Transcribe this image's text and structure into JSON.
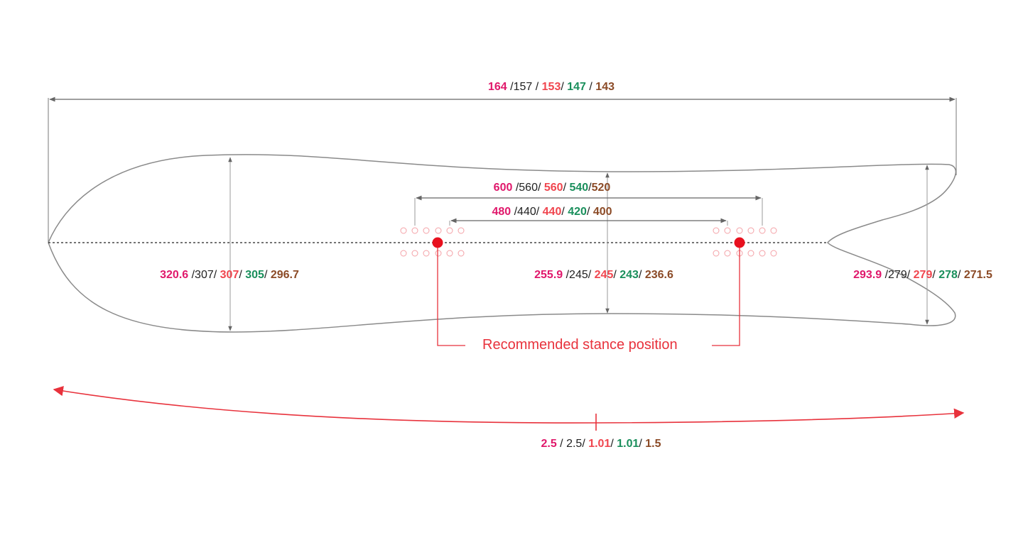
{
  "colors": {
    "c164": "#e0186b",
    "c157": "#222222",
    "c153": "#f0464f",
    "c147": "#1a8f5c",
    "c143": "#8b4a26",
    "outline": "#8a8a8a",
    "accent_red": "#e8323c"
  },
  "length_label": [
    {
      "text": "164",
      "color": "#e0186b"
    },
    {
      "text": " /",
      "sep": true
    },
    {
      "text": "157",
      "color": "#222222",
      "plain": true
    },
    {
      "text": " / ",
      "sep": true
    },
    {
      "text": "153",
      "color": "#f0464f"
    },
    {
      "text": "/ ",
      "sep": true
    },
    {
      "text": "147",
      "color": "#1a8f5c"
    },
    {
      "text": " / ",
      "sep": true
    },
    {
      "text": "143",
      "color": "#8b4a26"
    }
  ],
  "stance_max_label": [
    {
      "text": "600",
      "color": "#e0186b"
    },
    {
      "text": " /",
      "sep": true
    },
    {
      "text": "560",
      "color": "#222222",
      "plain": true
    },
    {
      "text": "/ ",
      "sep": true
    },
    {
      "text": "560",
      "color": "#f0464f"
    },
    {
      "text": "/ ",
      "sep": true
    },
    {
      "text": "540",
      "color": "#1a8f5c"
    },
    {
      "text": "/",
      "sep": true
    },
    {
      "text": "520",
      "color": "#8b4a26"
    }
  ],
  "stance_min_label": [
    {
      "text": "480",
      "color": "#e0186b"
    },
    {
      "text": " /",
      "sep": true
    },
    {
      "text": "440",
      "color": "#222222",
      "plain": true
    },
    {
      "text": "/ ",
      "sep": true
    },
    {
      "text": "440",
      "color": "#f0464f"
    },
    {
      "text": "/ ",
      "sep": true
    },
    {
      "text": "420",
      "color": "#1a8f5c"
    },
    {
      "text": "/ ",
      "sep": true
    },
    {
      "text": "400",
      "color": "#8b4a26"
    }
  ],
  "nose_width_label": [
    {
      "text": "320.6",
      "color": "#e0186b"
    },
    {
      "text": " /",
      "sep": true
    },
    {
      "text": "307",
      "color": "#222222",
      "plain": true
    },
    {
      "text": "/ ",
      "sep": true
    },
    {
      "text": "307",
      "color": "#f0464f"
    },
    {
      "text": "/ ",
      "sep": true
    },
    {
      "text": "305",
      "color": "#1a8f5c"
    },
    {
      "text": "/ ",
      "sep": true
    },
    {
      "text": "296.7",
      "color": "#8b4a26"
    }
  ],
  "waist_width_label": [
    {
      "text": "255.9",
      "color": "#e0186b"
    },
    {
      "text": " /",
      "sep": true
    },
    {
      "text": "245",
      "color": "#222222",
      "plain": true
    },
    {
      "text": "/ ",
      "sep": true
    },
    {
      "text": "245",
      "color": "#f0464f"
    },
    {
      "text": "/ ",
      "sep": true
    },
    {
      "text": "243",
      "color": "#1a8f5c"
    },
    {
      "text": "/ ",
      "sep": true
    },
    {
      "text": "236.6",
      "color": "#8b4a26"
    }
  ],
  "tail_width_label": [
    {
      "text": "293.9",
      "color": "#e0186b"
    },
    {
      "text": " /",
      "sep": true
    },
    {
      "text": "279",
      "color": "#222222",
      "plain": true
    },
    {
      "text": "/ ",
      "sep": true
    },
    {
      "text": "279",
      "color": "#f0464f"
    },
    {
      "text": "/ ",
      "sep": true
    },
    {
      "text": "278",
      "color": "#1a8f5c"
    },
    {
      "text": "/ ",
      "sep": true
    },
    {
      "text": "271.5",
      "color": "#8b4a26"
    }
  ],
  "camber_label": [
    {
      "text": "2.5",
      "color": "#e0186b"
    },
    {
      "text": " / ",
      "sep": true
    },
    {
      "text": "2.5",
      "color": "#222222",
      "plain": true
    },
    {
      "text": "/ ",
      "sep": true
    },
    {
      "text": "1.01",
      "color": "#f0464f"
    },
    {
      "text": "/ ",
      "sep": true
    },
    {
      "text": "1.01",
      "color": "#1a8f5c"
    },
    {
      "text": "/ ",
      "sep": true
    },
    {
      "text": "1.5",
      "color": "#8b4a26"
    }
  ],
  "stance_text": "Recommended stance position"
}
